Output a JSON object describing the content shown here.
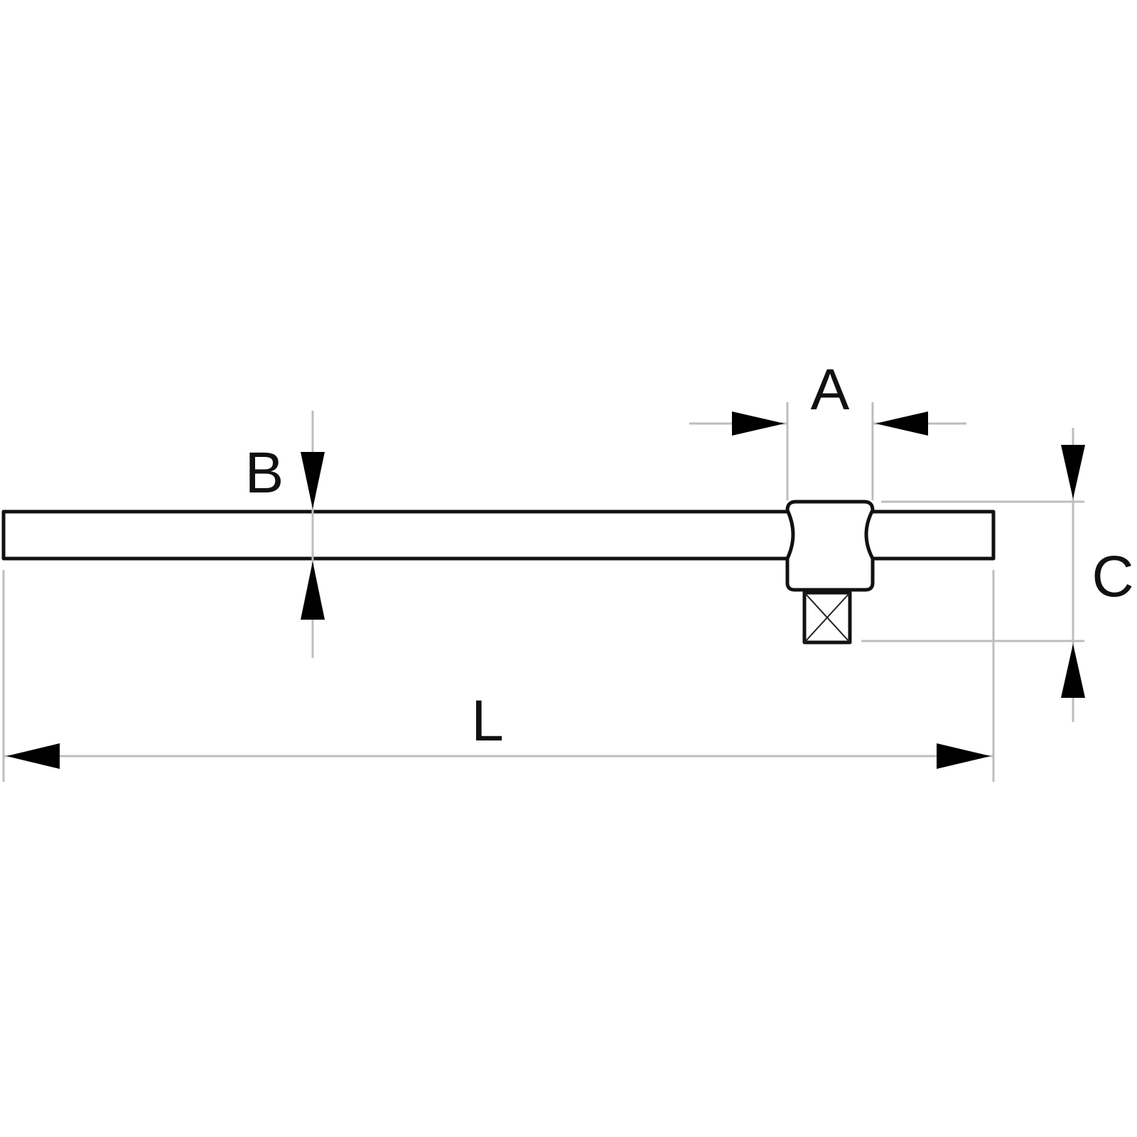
{
  "labels": {
    "A": "A",
    "B": "B",
    "C": "C",
    "L": "L"
  },
  "icons": {
    "square_drive": "square-drive-icon"
  },
  "colors": {
    "line": "#111111",
    "dimension_line": "#bdbdbd",
    "background": "#ffffff"
  }
}
